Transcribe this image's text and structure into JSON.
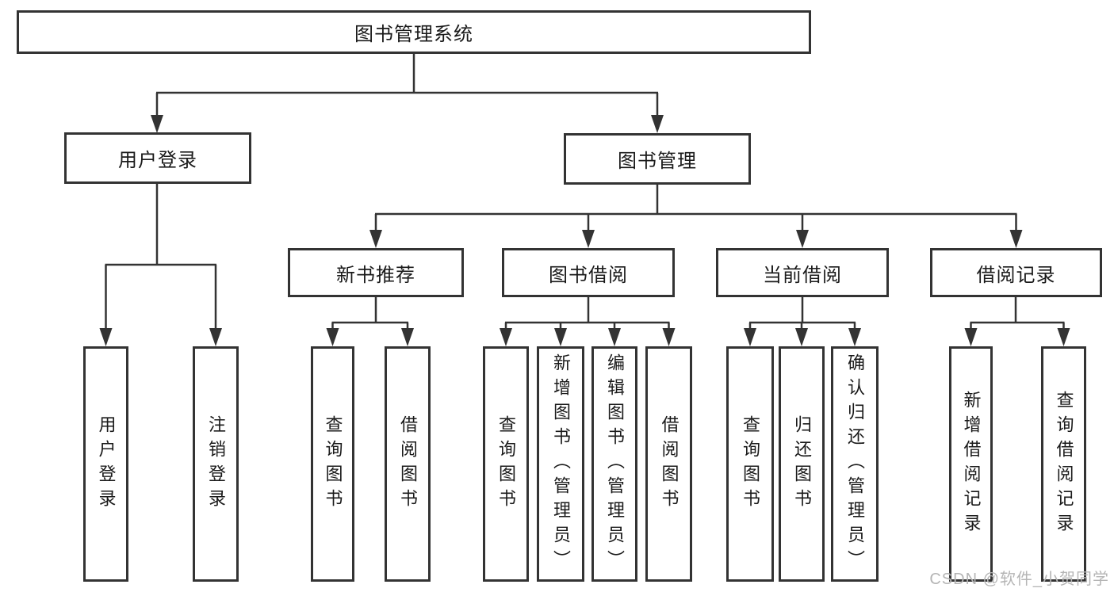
{
  "diagram": {
    "title": "图书管理系统",
    "root": "图书管理系统",
    "level2": [
      {
        "label": "用户登录",
        "children": [
          {
            "label": "用户登录"
          },
          {
            "label": "注销登录"
          }
        ]
      },
      {
        "label": "图书管理",
        "children": [
          {
            "label": "新书推荐",
            "children": [
              {
                "label": "查询图书"
              },
              {
                "label": "借阅图书"
              }
            ]
          },
          {
            "label": "图书借阅",
            "children": [
              {
                "label": "查询图书"
              },
              {
                "label": "新增图书（管理员）"
              },
              {
                "label": "编辑图书（管理员）"
              },
              {
                "label": "借阅图书"
              }
            ]
          },
          {
            "label": "当前借阅",
            "children": [
              {
                "label": "查询图书"
              },
              {
                "label": "归还图书"
              },
              {
                "label": "确认归还（管理员）"
              }
            ]
          },
          {
            "label": "借阅记录",
            "children": [
              {
                "label": "新增借阅记录"
              },
              {
                "label": "查询借阅记录"
              }
            ]
          }
        ]
      }
    ]
  },
  "watermark": {
    "text": "CSDN @软件_小贺同学"
  },
  "colors": {
    "line": "#333333",
    "box_border": "#333333",
    "text": "#1a1a1a",
    "watermark": "#b5b5b5",
    "background": "#ffffff"
  }
}
